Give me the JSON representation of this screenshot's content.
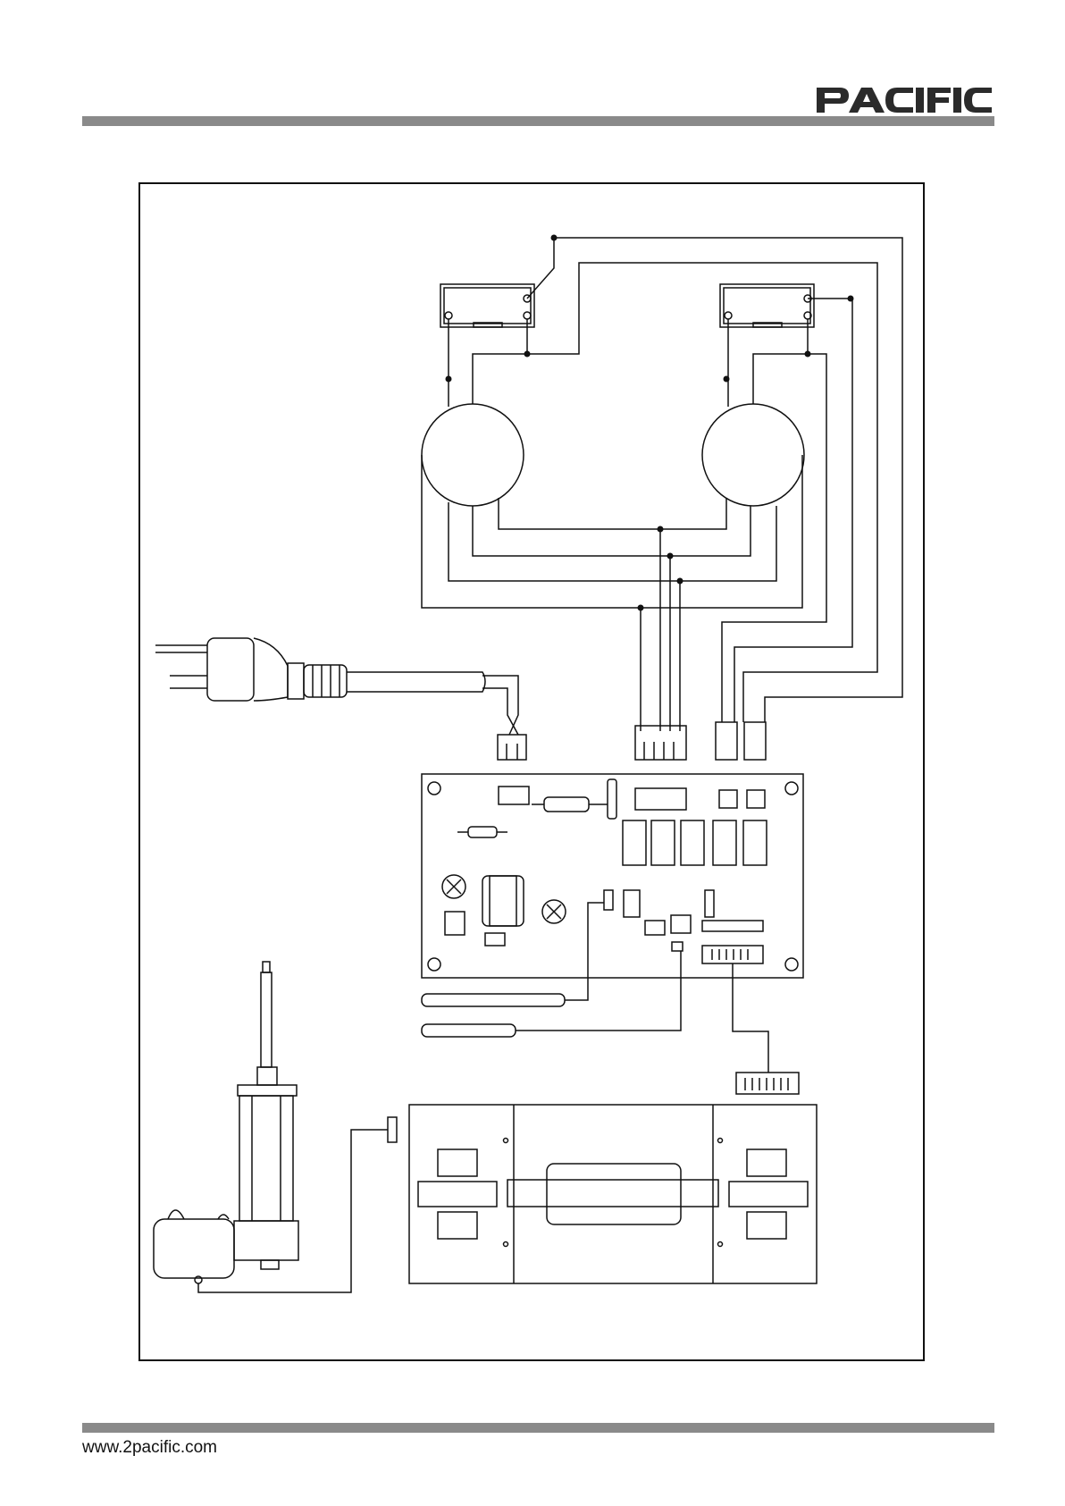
{
  "header": {
    "brand": "PACIFIC",
    "brand_color": "#2b2b2b",
    "bar_color": "#8a8a8a"
  },
  "footer": {
    "url": "www.2pacific.com"
  },
  "diagram": {
    "components": [
      "switch-left",
      "switch-right",
      "motor-left",
      "motor-right",
      "power-plug",
      "control-board",
      "temperature-sensor",
      "probe-sensor",
      "dip-switch",
      "linear-actuator",
      "display-panel"
    ]
  }
}
